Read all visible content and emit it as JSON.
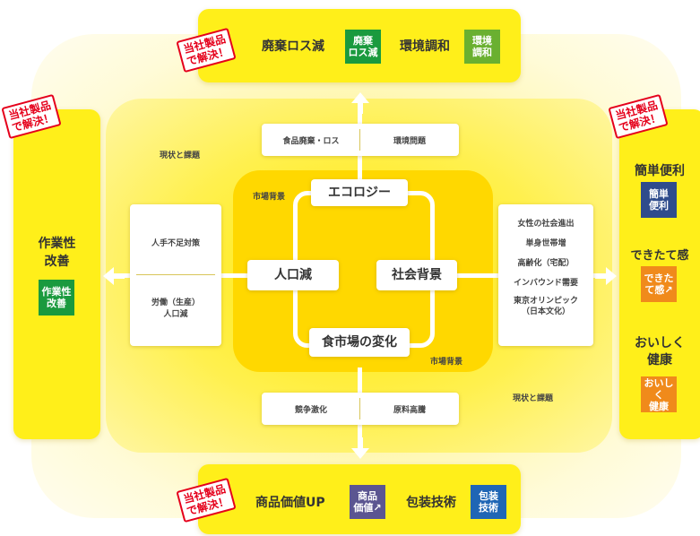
{
  "stamp": "当社製品\nで解決！",
  "top": {
    "item1": "廃棄ロス減",
    "tag1": "廃棄\nロス減",
    "item2": "環境調和",
    "tag2": "環境\n調和"
  },
  "bottom": {
    "item1": "商品価値UP",
    "tag1": "商品\n価値↗",
    "item2": "包装技術",
    "tag2": "包装\n技術"
  },
  "left": {
    "title": "作業性\n改善",
    "tag": "作業性\n改善"
  },
  "right": {
    "item1": "簡単便利",
    "tag1": "簡単\n便利",
    "item2": "できたて感",
    "tag2": "できた\nて感↗",
    "item3": "おいしく\n健康",
    "tag3": "おいしく\n健康"
  },
  "labels": {
    "status_top": "現状と課題",
    "status_bottom": "現状と課題",
    "market_top": "市場背景",
    "market_bottom": "市場背景"
  },
  "boxes": {
    "top_left": "食品廃棄・ロス",
    "top_right": "環境問題",
    "bottom_left": "競争激化",
    "bottom_right": "原料高騰",
    "left_1": "人手不足対策",
    "left_2": "労働（生産）\n人口減",
    "right_items": [
      "女性の社会進出",
      "単身世帯増",
      "高齢化（宅配）",
      "インバウンド需要",
      "東京オリンピック\n（日本文化）"
    ]
  },
  "center": {
    "ecology": "エコロジー",
    "population": "人口減",
    "society": "社会背景",
    "market": "食市場の変化"
  },
  "colors": {
    "stamp_red": "#e5001b",
    "tag_green": "#1a9a3e",
    "tag_lime": "#6ab030",
    "tag_blue": "#1f66b5",
    "tag_purple": "#5b5591",
    "tag_navy": "#2f4c8c",
    "tag_orange": "#f08a1b"
  }
}
